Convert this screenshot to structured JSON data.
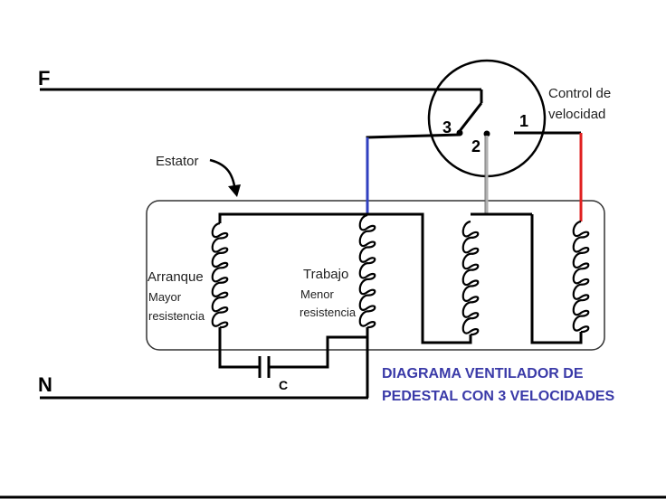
{
  "labels": {
    "line_f": "F",
    "line_n": "N",
    "control": [
      "Control de",
      "velocidad"
    ],
    "stator": "Estator",
    "start_winding": {
      "name": "Arranque",
      "sub1": "Mayor",
      "sub2": "resistencia"
    },
    "run_winding": {
      "name": "Trabajo",
      "sub1": "Menor",
      "sub2": "resistencia"
    },
    "capacitor": "C",
    "switch_positions": [
      "1",
      "2",
      "3"
    ]
  },
  "title": {
    "line1": "DIAGRAMA  VENTILADOR DE",
    "line2": "PEDESTAL CON 3 VELOCIDADES"
  },
  "colors": {
    "title": "#3a3aa8",
    "wire": "#000000",
    "wire_speed_3": "#3040c0",
    "wire_speed_1": "#e02020",
    "wire_speed_2": "#b0b0b0",
    "stator_box": "#333333"
  }
}
